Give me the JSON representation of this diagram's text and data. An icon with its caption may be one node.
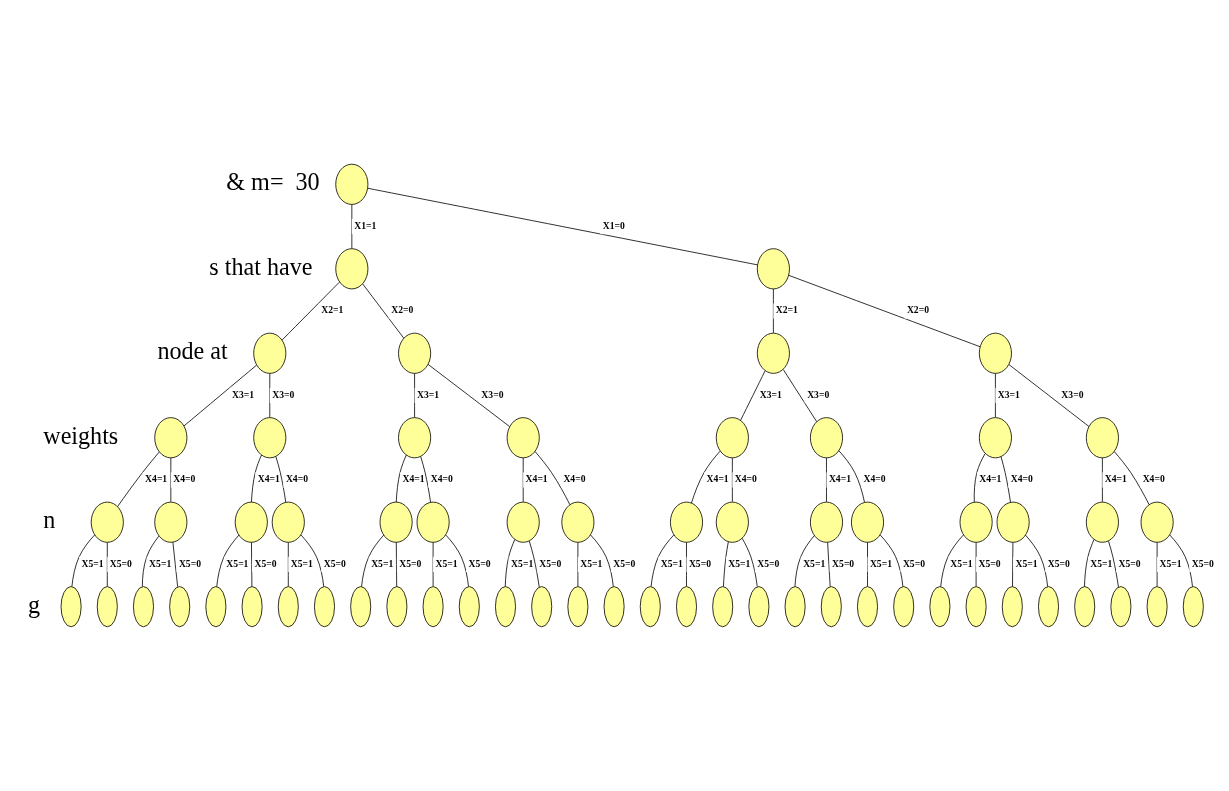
{
  "diagram": {
    "nodes": [
      {
        "text": [],
        "shape": "ellipse"
      },
      {
        "text": [],
        "shape": "ellipse"
      },
      {
        "text": [],
        "shape": "ellipse"
      },
      {
        "text": [],
        "shape": "ellipse"
      },
      {
        "text": [],
        "shape": "ellipse"
      },
      {
        "text": [],
        "shape": "ellipse"
      },
      {
        "text": [],
        "shape": "ellipse"
      },
      {
        "text": [],
        "shape": "ellipse"
      },
      {
        "text": [],
        "shape": "ellipse"
      },
      {
        "text": [],
        "shape": "ellipse"
      },
      {
        "text": [],
        "shape": "ellipse"
      },
      {
        "text": [],
        "shape": "ellipse"
      },
      {
        "text": [],
        "shape": "ellipse"
      },
      {
        "text": [],
        "shape": "ellipse"
      },
      {
        "text": [],
        "shape": "ellipse"
      },
      {
        "text": [],
        "shape": "ellipse"
      },
      {
        "text": [],
        "shape": "ellipse"
      },
      {
        "text": [],
        "shape": "ellipse"
      },
      {
        "text": [],
        "shape": "ellipse"
      },
      {
        "text": [],
        "shape": "ellipse"
      },
      {
        "text": [],
        "shape": "ellipse"
      },
      {
        "text": [],
        "shape": "ellipse"
      },
      {
        "text": [],
        "shape": "ellipse"
      },
      {
        "text": [],
        "shape": "ellipse"
      },
      {
        "text": [],
        "shape": "ellipse"
      },
      {
        "text": [],
        "shape": "ellipse"
      },
      {
        "text": [],
        "shape": "ellipse"
      },
      {
        "text": [],
        "shape": "ellipse"
      },
      {
        "text": [],
        "shape": "ellipse"
      },
      {
        "text": [],
        "shape": "ellipse"
      },
      {
        "text": [],
        "shape": "ellipse"
      },
      {
        "text": [],
        "shape": "ellipse"
      },
      {
        "text": [],
        "shape": "ellipse"
      },
      {
        "text": [],
        "shape": "ellipse"
      },
      {
        "text": [],
        "shape": "ellipse"
      },
      {
        "text": [],
        "shape": "ellipse"
      },
      {
        "text": [],
        "shape": "ellipse"
      },
      {
        "text": [],
        "shape": "ellipse"
      },
      {
        "text": [],
        "shape": "ellipse"
      },
      {
        "text": [],
        "shape": "ellipse"
      },
      {
        "text": [],
        "shape": "ellipse"
      },
      {
        "text": [],
        "shape": "ellipse"
      },
      {
        "text": [],
        "shape": "ellipse"
      },
      {
        "text": [],
        "shape": "ellipse"
      },
      {
        "text": [],
        "shape": "ellipse"
      },
      {
        "text": [],
        "shape": "ellipse"
      },
      {
        "text": [],
        "shape": "ellipse"
      },
      {
        "text": [],
        "shape": "ellipse"
      },
      {
        "text": [],
        "shape": "ellipse"
      },
      {
        "text": [],
        "shape": "ellipse"
      },
      {
        "text": [],
        "shape": "ellipse"
      },
      {
        "text": [],
        "shape": "ellipse"
      },
      {
        "text": [],
        "shape": "ellipse"
      },
      {
        "text": [],
        "shape": "ellipse"
      },
      {
        "text": [],
        "shape": "ellipse"
      },
      {
        "text": [],
        "shape": "ellipse"
      },
      {
        "text": [],
        "shape": "ellipse"
      },
      {
        "text": [],
        "shape": "ellipse"
      },
      {
        "text": [],
        "shape": "ellipse"
      },
      {
        "text": [],
        "shape": "ellipse"
      },
      {
        "text": [],
        "shape": "ellipse"
      },
      {
        "text": [],
        "shape": "ellipse"
      },
      {
        "text": [],
        "shape": "ellipse"
      }
    ],
    "edges": [
      {
        "from": 0,
        "to": 1,
        "arrow": "none",
        "label": "X1=1"
      },
      {
        "from": 0,
        "to": 2,
        "arrow": "none",
        "label": "X1=0"
      },
      {
        "from": 1,
        "to": 3,
        "arrow": "none",
        "label": "X2=1"
      },
      {
        "from": 1,
        "to": 4,
        "arrow": "none",
        "label": "X2=0"
      },
      {
        "from": 2,
        "to": 5,
        "arrow": "none",
        "label": "X2=1"
      },
      {
        "from": 2,
        "to": 6,
        "arrow": "none",
        "label": "X2=0"
      },
      {
        "from": 3,
        "to": 7,
        "arrow": "none",
        "label": "X3=1"
      },
      {
        "from": 3,
        "to": 8,
        "arrow": "none",
        "label": "X3=0"
      },
      {
        "from": 4,
        "to": 9,
        "arrow": "none",
        "label": "X3=1"
      },
      {
        "from": 4,
        "to": 10,
        "arrow": "none",
        "label": "X3=0"
      },
      {
        "from": 5,
        "to": 11,
        "arrow": "none",
        "label": "X3=1"
      },
      {
        "from": 5,
        "to": 12,
        "arrow": "none",
        "label": "X3=0"
      },
      {
        "from": 6,
        "to": 13,
        "arrow": "none",
        "label": "X3=1"
      },
      {
        "from": 6,
        "to": 14,
        "arrow": "none",
        "label": "X3=0"
      },
      {
        "from": 7,
        "to": 15,
        "arrow": "none",
        "label": "X4=1"
      },
      {
        "from": 7,
        "to": 16,
        "arrow": "none",
        "label": "X4=0"
      },
      {
        "from": 8,
        "to": 17,
        "arrow": "none",
        "label": "X4=1"
      },
      {
        "from": 8,
        "to": 18,
        "arrow": "none",
        "label": "X4=0"
      },
      {
        "from": 9,
        "to": 19,
        "arrow": "none",
        "label": "X4=1"
      },
      {
        "from": 9,
        "to": 20,
        "arrow": "none",
        "label": "X4=0"
      },
      {
        "from": 10,
        "to": 21,
        "arrow": "none",
        "label": "X4=1"
      },
      {
        "from": 10,
        "to": 22,
        "arrow": "none",
        "label": "X4=0"
      },
      {
        "from": 11,
        "to": 23,
        "arrow": "none",
        "label": "X4=1"
      },
      {
        "from": 11,
        "to": 24,
        "arrow": "none",
        "label": "X4=0"
      },
      {
        "from": 12,
        "to": 25,
        "arrow": "none",
        "label": "X4=1"
      },
      {
        "from": 12,
        "to": 26,
        "arrow": "none",
        "label": "X4=0"
      },
      {
        "from": 13,
        "to": 27,
        "arrow": "none",
        "label": "X4=1"
      },
      {
        "from": 13,
        "to": 28,
        "arrow": "none",
        "label": "X4=0"
      },
      {
        "from": 14,
        "to": 29,
        "arrow": "none",
        "label": "X4=1"
      },
      {
        "from": 14,
        "to": 30,
        "arrow": "none",
        "label": "X4=0"
      },
      {
        "from": 15,
        "to": 31,
        "arrow": "none",
        "label": "X5=1"
      },
      {
        "from": 15,
        "to": 32,
        "arrow": "none",
        "label": "X5=0"
      },
      {
        "from": 16,
        "to": 33,
        "arrow": "none",
        "label": "X5=1"
      },
      {
        "from": 16,
        "to": 34,
        "arrow": "none",
        "label": "X5=0"
      },
      {
        "from": 17,
        "to": 35,
        "arrow": "none",
        "label": "X5=1"
      },
      {
        "from": 17,
        "to": 36,
        "arrow": "none",
        "label": "X5=0"
      },
      {
        "from": 18,
        "to": 37,
        "arrow": "none",
        "label": "X5=1"
      },
      {
        "from": 18,
        "to": 38,
        "arrow": "none",
        "label": "X5=0"
      },
      {
        "from": 19,
        "to": 39,
        "arrow": "none",
        "label": "X5=1"
      },
      {
        "from": 19,
        "to": 40,
        "arrow": "none",
        "label": "X5=0"
      },
      {
        "from": 20,
        "to": 41,
        "arrow": "none",
        "label": "X5=1"
      },
      {
        "from": 20,
        "to": 42,
        "arrow": "none",
        "label": "X5=0"
      },
      {
        "from": 21,
        "to": 43,
        "arrow": "none",
        "label": "X5=1"
      },
      {
        "from": 21,
        "to": 44,
        "arrow": "none",
        "label": "X5=0"
      },
      {
        "from": 22,
        "to": 45,
        "arrow": "none",
        "label": "X5=1"
      },
      {
        "from": 22,
        "to": 46,
        "arrow": "none",
        "label": "X5=0"
      },
      {
        "from": 23,
        "to": 47,
        "arrow": "none",
        "label": "X5=1"
      },
      {
        "from": 23,
        "to": 48,
        "arrow": "none",
        "label": "X5=0"
      },
      {
        "from": 24,
        "to": 49,
        "arrow": "none",
        "label": "X5=1"
      },
      {
        "from": 24,
        "to": 50,
        "arrow": "none",
        "label": "X5=0"
      },
      {
        "from": 25,
        "to": 51,
        "arrow": "none",
        "label": "X5=1"
      },
      {
        "from": 25,
        "to": 52,
        "arrow": "none",
        "label": "X5=0"
      },
      {
        "from": 26,
        "to": 53,
        "arrow": "none",
        "label": "X5=1"
      },
      {
        "from": 26,
        "to": 54,
        "arrow": "none",
        "label": "X5=0"
      },
      {
        "from": 27,
        "to": 55,
        "arrow": "none",
        "label": "X5=1"
      },
      {
        "from": 27,
        "to": 56,
        "arrow": "none",
        "label": "X5=0"
      },
      {
        "from": 28,
        "to": 57,
        "arrow": "none",
        "label": "X5=1"
      },
      {
        "from": 28,
        "to": 58,
        "arrow": "none",
        "label": "X5=0"
      },
      {
        "from": 29,
        "to": 59,
        "arrow": "none",
        "label": "X5=1"
      },
      {
        "from": 29,
        "to": 60,
        "arrow": "none",
        "label": "X5=0"
      },
      {
        "from": 30,
        "to": 61,
        "arrow": "none",
        "label": "X5=1"
      },
      {
        "from": 30,
        "to": 62,
        "arrow": "none",
        "label": "X5=0"
      }
    ],
    "labels": [
      "& m=  30",
      "s that have",
      "node at",
      "weights",
      "n",
      "g"
    ]
  }
}
